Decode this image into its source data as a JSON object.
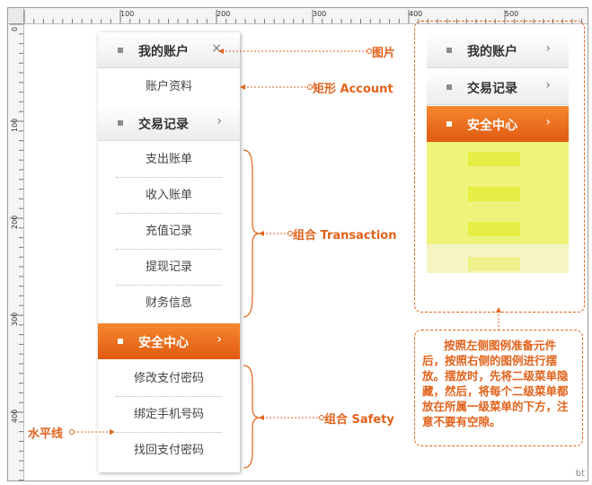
{
  "ruler": {
    "top_ticks": [
      "100",
      "200",
      "300",
      "400",
      "500"
    ],
    "left_ticks": [
      "0",
      "100",
      "200",
      "300",
      "400"
    ]
  },
  "left_menu": {
    "account": {
      "label": "我的账户",
      "chevron": "×",
      "icon": "square-bullet-icon"
    },
    "account_subs": [
      "账户资料"
    ],
    "transaction": {
      "label": "交易记录",
      "chevron": "›",
      "icon": "square-bullet-icon"
    },
    "transaction_subs": [
      "支出账单",
      "收入账单",
      "充值记录",
      "提现记录",
      "财务信息"
    ],
    "safety": {
      "label": "安全中心",
      "chevron": "›",
      "icon": "square-bullet-icon",
      "active": true
    },
    "safety_subs": [
      "修改支付密码",
      "绑定手机号码",
      "找回支付密码"
    ]
  },
  "right_menu": {
    "items": [
      {
        "label": "我的账户",
        "chevron": "›"
      },
      {
        "label": "交易记录",
        "chevron": "›"
      },
      {
        "label": "安全中心",
        "chevron": "›",
        "active": true
      }
    ]
  },
  "annotations": {
    "image": "图片",
    "rect": "矩形 Account",
    "group_transaction": "组合 Transaction",
    "group_safety": "组合 Safety",
    "hline": "水平线",
    "note": "按照左侧图例准备元件后，按照右侧的图例进行摆放。摆放时，先将二级菜单隐藏，然后，将每个二级菜单都放在所属一级菜单的下方，注意不要有空隙。"
  },
  "watermark": "bt",
  "colors": {
    "accent": "#e2621b",
    "active_top": "#f7882f",
    "active_bottom": "#e05a12",
    "highlight": "#eef37a"
  }
}
